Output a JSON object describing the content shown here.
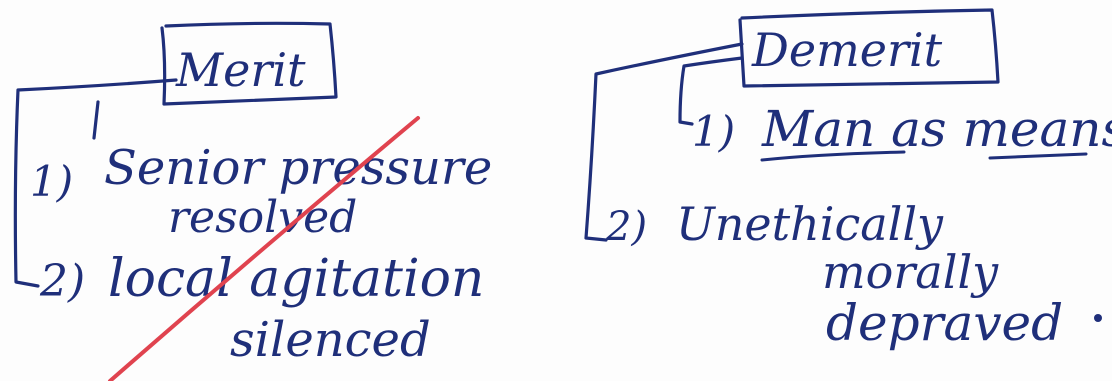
{
  "notes": {
    "merit": {
      "heading": "Merit",
      "points": [
        {
          "number": "1)",
          "line1": "Senior pressure",
          "line2": "resolved"
        },
        {
          "number": "2)",
          "line1": "local agitation",
          "line2": "silenced"
        }
      ]
    },
    "demerit": {
      "heading": "Demerit",
      "points": [
        {
          "number": "1)",
          "line1": "Man as means"
        },
        {
          "number": "2)",
          "line1": "Unethically",
          "line2": "morally",
          "line3": "depraved"
        }
      ]
    }
  },
  "colors": {
    "ink": "#1f2f7a",
    "strike": "#e0434f",
    "paper": "#fdfdfd"
  }
}
